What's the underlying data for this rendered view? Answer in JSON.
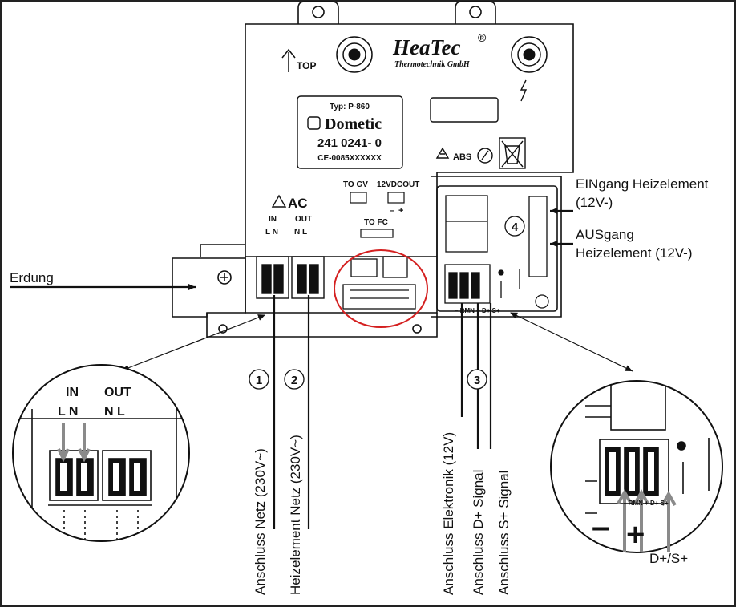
{
  "device": {
    "brand": "HeaTec",
    "brand_reg": "®",
    "brand_sub": "Thermotechnik GmbH",
    "top_label": "TOP",
    "type_label": "Typ: P-860",
    "maker": "Dometic",
    "part_number": "241 0241-  0",
    "ce_code": "CE-0085XXXXXX",
    "abs_label": "ABS",
    "to_gv": "TO GV",
    "out_12v": "12VDCOUT",
    "polarity_minus": "–",
    "polarity_plus": "+",
    "to_fc": "TO FC",
    "ac_label": "AC",
    "in_label": "IN",
    "out_label": "OUT",
    "in_pins": "L  N",
    "out_pins": "N  L",
    "right_block_label": "– RMN + D+ S+"
  },
  "labels": {
    "erdung": "Erdung",
    "ein_line1": "EINgang Heizelement",
    "ein_line2": "(12V-)",
    "aus_line1": "AUSgang",
    "aus_line2": "Heizelement (12V-)",
    "v1": "Anschluss Netz (230V~)",
    "v2": "Heizelement Netz (230V~)",
    "v3": "Anschluss Elektronik (12V)",
    "v4": "Anschluss D+ Signal",
    "v5": "Anschluss S+ Signal",
    "dsplus": "D+/S+"
  },
  "callouts": {
    "c1": "1",
    "c2": "2",
    "c3": "3",
    "c4": "4"
  },
  "zoom_left": {
    "in_label": "IN",
    "out_label": "OUT",
    "pins_in": "L  N",
    "pins_out": "N  L"
  },
  "zoom_right": {
    "minus": "–",
    "plus": "+",
    "pin_text": "– RMN + D+ S+"
  },
  "colors": {
    "line": "#111111",
    "arrow_grey": "#8a8a8a",
    "highlight_circle": "#d42020"
  }
}
